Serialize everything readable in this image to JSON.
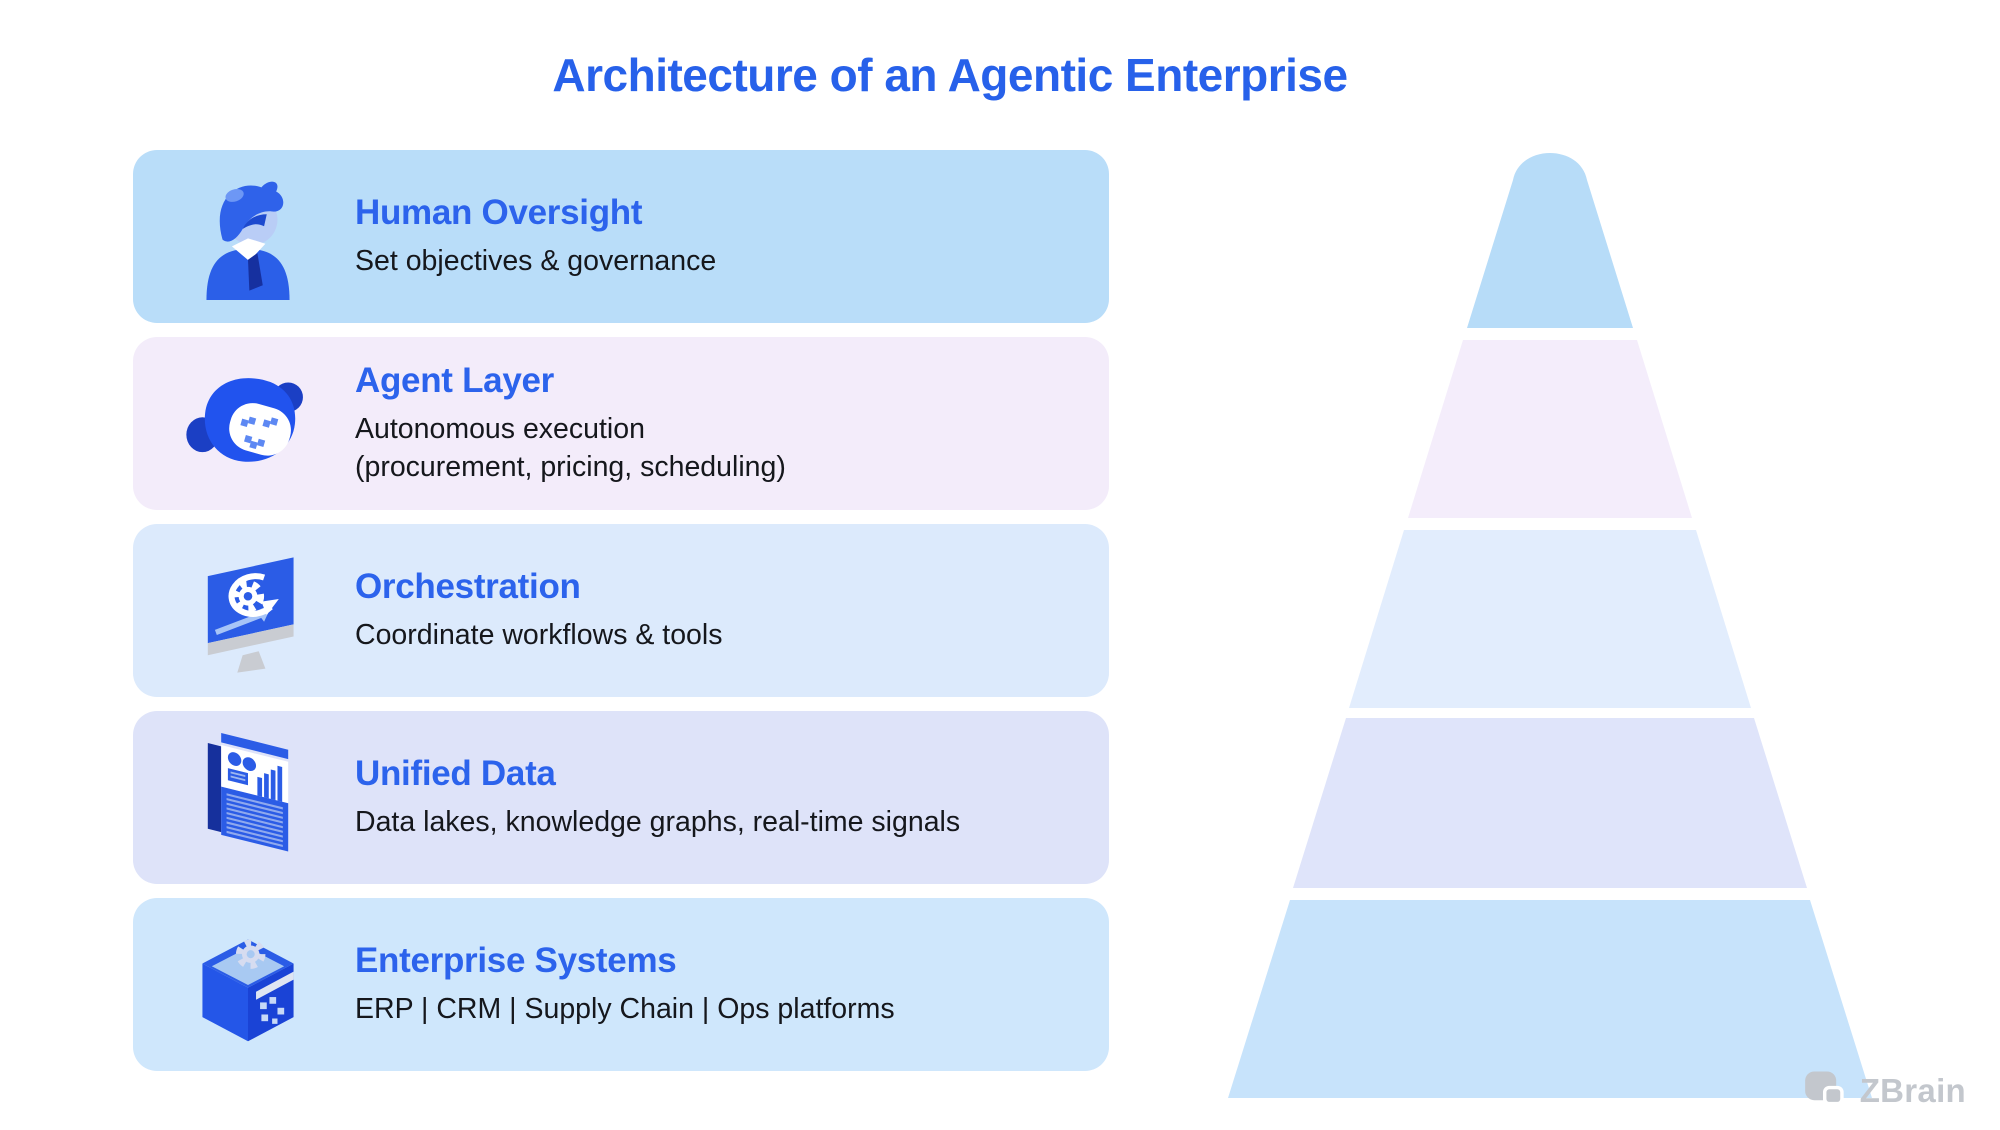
{
  "title": {
    "text": "Architecture of an Agentic Enterprise"
  },
  "theme": {
    "title_color": "#2761ea",
    "heading_color": "#2c63ec",
    "body_text_color": "#15171c",
    "watermark_color": "#c3c7cd"
  },
  "cards": [
    {
      "title": "Human Oversight",
      "subtitle": "Set objectives & governance",
      "bg": "#b9ddf9",
      "icon": "person-icon"
    },
    {
      "title": "Agent Layer",
      "subtitle": "Autonomous execution\n(procurement, pricing, scheduling)",
      "bg": "#f3ecfa",
      "icon": "robot-icon"
    },
    {
      "title": "Orchestration",
      "subtitle": "Coordinate workflows & tools",
      "bg": "#dceafc",
      "icon": "monitor-gear-icon"
    },
    {
      "title": "Unified Data",
      "subtitle": "Data lakes, knowledge graphs, real-time signals",
      "bg": "#dee3f9",
      "icon": "data-report-icon"
    },
    {
      "title": "Enterprise Systems",
      "subtitle": "ERP | CRM | Supply Chain | Ops platforms",
      "bg": "#cfe7fc",
      "icon": "box-gear-icon"
    }
  ],
  "pyramid": {
    "slices": [
      {
        "name": "human-oversight",
        "color": "#b7dcf8"
      },
      {
        "name": "agent-layer",
        "color": "#f4edfb"
      },
      {
        "name": "orchestration",
        "color": "#e2edfd"
      },
      {
        "name": "unified-data",
        "color": "#dfe4fa"
      },
      {
        "name": "enterprise-systems",
        "color": "#c7e3fb"
      }
    ]
  },
  "watermark": {
    "text": "ZBrain"
  }
}
